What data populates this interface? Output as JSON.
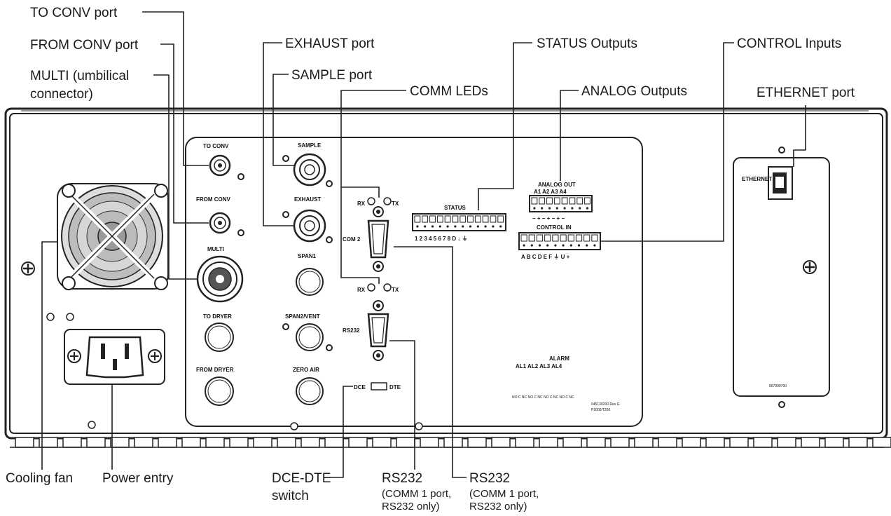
{
  "callouts": {
    "to_conv_port": "TO CONV port",
    "from_conv_port": "FROM CONV port",
    "multi_line1": "MULTI (umbilical",
    "multi_line2": "connector)",
    "exhaust_port": "EXHAUST port",
    "sample_port": "SAMPLE port",
    "status_outputs": "STATUS Outputs",
    "comm_leds": "COMM LEDs",
    "analog_outputs": "ANALOG Outputs",
    "control_inputs": "CONTROL Inputs",
    "ethernet_port": "ETHERNET port",
    "cooling_fan": "Cooling fan",
    "power_entry": "Power entry",
    "dce_dte_line1": "DCE-DTE",
    "dce_dte_line2": "switch",
    "rs232_a_line1": "RS232",
    "rs232_a_line2": "(COMM 1 port,",
    "rs232_a_line3": "RS232 only)",
    "rs232_b_line1": "RS232",
    "rs232_b_line2": "(COMM 1 port,",
    "rs232_b_line3": "RS232 only)"
  },
  "panel": {
    "to_conv": "TO CONV",
    "from_conv": "FROM CONV",
    "multi": "MULTI",
    "to_dryer": "TO DRYER",
    "from_dryer": "FROM DRYER",
    "sample": "SAMPLE",
    "exhaust": "EXHAUST",
    "span1": "SPAN1",
    "span2_vent": "SPAN2/VENT",
    "zero_air": "ZERO AIR",
    "rx1": "RX",
    "tx1": "TX",
    "rx2": "RX",
    "tx2": "TX",
    "com2": "COM 2",
    "rs232": "RS232",
    "dce": "DCE",
    "dte": "DTE",
    "status": "STATUS",
    "status_pins": "1 2 3 4 5 6 7 8 D  ↓ ⏚",
    "analog_out": "ANALOG OUT",
    "analog_channels": "A1   A2   A3   A4",
    "analog_polarity": "−  +  −  +  −  +  −",
    "control_in": "CONTROL IN",
    "control_pins": "A B C D E F ⏚ U +",
    "alarm": "ALARM",
    "alarm_channels": "AL1    AL2    AL3    AL4",
    "alarm_pins": "NO C NC NO C NC NO C NC NO C NC",
    "part_no": "045130200 Rev G",
    "part_no2": "P2000/T200",
    "ethernet": "ETHERNET",
    "serial_tag": "067990700"
  }
}
